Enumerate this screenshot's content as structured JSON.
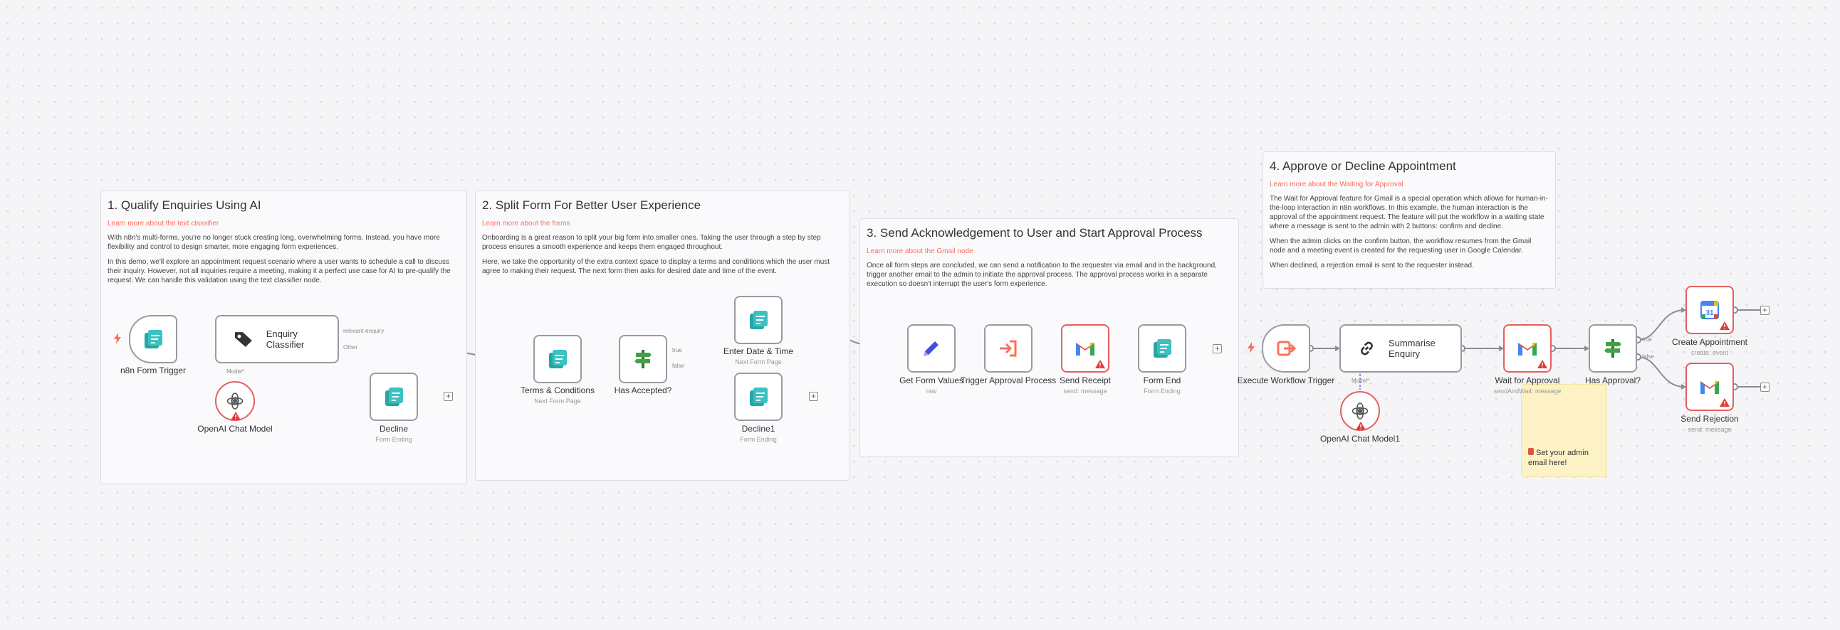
{
  "stickies": [
    {
      "title": "1. Qualify Enquiries Using AI",
      "link": "Learn more about the text classifier",
      "paragraphs": [
        "With n8n's multi-forms, you're no longer stuck creating long, overwhelming forms. Instead, you have more flexibility and control to design smarter, more engaging form experiences.",
        "In this demo, we'll explore an appointment request scenario where a user wants to schedule a call to discuss their inquiry. However, not all inquiries require a meeting, making it a perfect use case for AI to pre-qualify the request. We can handle this validation using the text classifier node."
      ]
    },
    {
      "title": "2. Split Form For Better User Experience",
      "link": "Learn more about the forms",
      "paragraphs": [
        "Onboarding is a great reason to split your big form into smaller ones. Taking the user through a step by step process ensures a smooth experience and keeps them engaged throughout.",
        "Here, we take the opportunity of the extra context space to display a terms and conditions which the user must agree to making their request. The next form then asks for desired date and time of the event."
      ]
    },
    {
      "title": "3. Send Acknowledgement to User and Start Approval Process",
      "link": "Learn more about the Gmail node",
      "paragraphs": [
        "Once all form steps are concluded, we can send a notification to the requester via email and in the background, trigger another email to the admin to initiate the approval process. The approval process works in a separate execution so doesn't interrupt the user's form experience."
      ]
    },
    {
      "title": "4. Approve or Decline Appointment",
      "link": "Learn more about the Waiting for Approval",
      "paragraphs": [
        "The Wait for Approval feature for Gmail is a special operation which allows for human-in-the-loop interaction in n8n workflows. In this example, the human interaction is the approval of the appointment request. The feature will put the workflow in a waiting state where a message is sent to the admin with 2 buttons: confirm and decline.",
        "When the admin clicks on the confirm button, the workflow resumes from the Gmail node and a meeting event is created for the requesting user in Google Calendar.",
        "When declined, a rejection email is sent to the requester instead."
      ]
    }
  ],
  "yellow_note": "Set your admin email here!",
  "nodes": {
    "n8n_form_trigger": {
      "label": "n8n Form Trigger"
    },
    "enquiry_classifier": {
      "label": "Enquiry Classifier"
    },
    "openai_1": {
      "label": "OpenAI Chat Model"
    },
    "decline": {
      "label": "Decline",
      "sub": "Form Ending"
    },
    "terms": {
      "label": "Terms & Conditions",
      "sub": "Next Form Page"
    },
    "has_accepted": {
      "label": "Has Accepted?"
    },
    "enter_date": {
      "label": "Enter Date & Time",
      "sub": "Next Form Page"
    },
    "decline1": {
      "label": "Decline1",
      "sub": "Form Ending"
    },
    "get_form_values": {
      "label": "Get Form Values",
      "sub": "raw"
    },
    "trigger_approval": {
      "label": "Trigger Approval Process"
    },
    "send_receipt": {
      "label": "Send Receipt",
      "sub": "send: message"
    },
    "form_end": {
      "label": "Form End",
      "sub": "Form Ending"
    },
    "execute_trigger": {
      "label": "Execute Workflow Trigger"
    },
    "summarise": {
      "label": "Summarise Enquiry"
    },
    "openai_2": {
      "label": "OpenAI Chat Model1"
    },
    "wait_approval": {
      "label": "Wait for Approval",
      "sub": "sendAndWait: message"
    },
    "has_approval": {
      "label": "Has Approval?"
    },
    "create_appt": {
      "label": "Create Appointment",
      "sub": "create: event"
    },
    "send_rejection": {
      "label": "Send Rejection",
      "sub": "send: message"
    }
  },
  "ports": {
    "relevant": "relevant-enquiry",
    "other": "Other",
    "true1": "true",
    "false1": "false",
    "true2": "true",
    "false2": "false",
    "model": "Model*",
    "model2": "Model*"
  },
  "colors": {
    "accent": "#ff6d5a",
    "form": "#26a6a6",
    "gmail_red": "#ea4335",
    "sticky_yellow": "#fdf2c6"
  },
  "icons": {
    "form": "form-icon",
    "classifier": "tag-icon",
    "openai": "openai-icon",
    "switch": "signpost-icon",
    "edit": "pencil-icon",
    "execute": "arrow-into-box-icon",
    "link": "link-icon",
    "gmail": "gmail-icon",
    "calendar": "calendar-icon"
  }
}
